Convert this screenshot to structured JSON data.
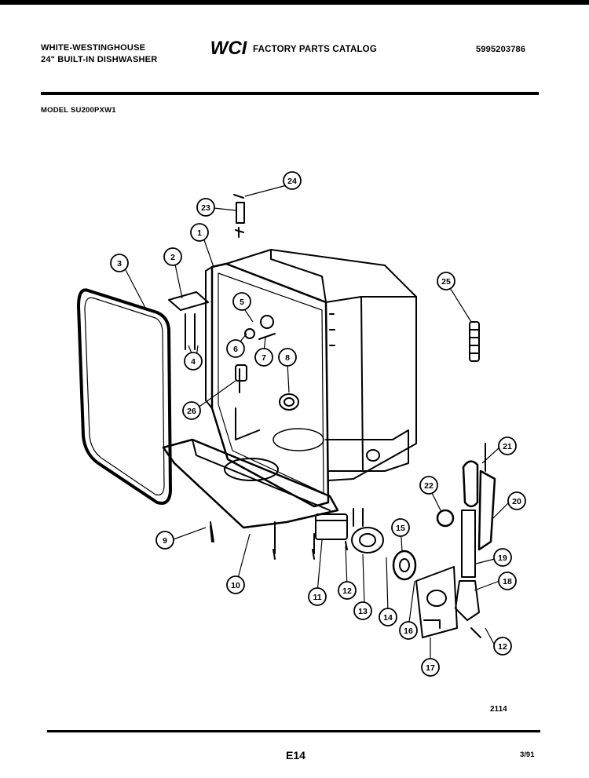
{
  "header": {
    "brand_line1": "WHITE-WESTINGHOUSE",
    "brand_line2": "24\" BUILT-IN DISHWASHER",
    "logo_text": "WCI",
    "catalog_title": "FACTORY PARTS CATALOG",
    "catalog_number": "5995203786"
  },
  "model_line": "MODEL SU200PXW1",
  "callouts": [
    "1",
    "2",
    "3",
    "4",
    "5",
    "6",
    "7",
    "8",
    "9",
    "10",
    "11",
    "12",
    "13",
    "14",
    "15",
    "16",
    "17",
    "18",
    "19",
    "20",
    "21",
    "22",
    "23",
    "24",
    "25",
    "26",
    "12"
  ],
  "footer": {
    "diagram_number": "2114",
    "page_number": "E14",
    "date": "3/91"
  }
}
